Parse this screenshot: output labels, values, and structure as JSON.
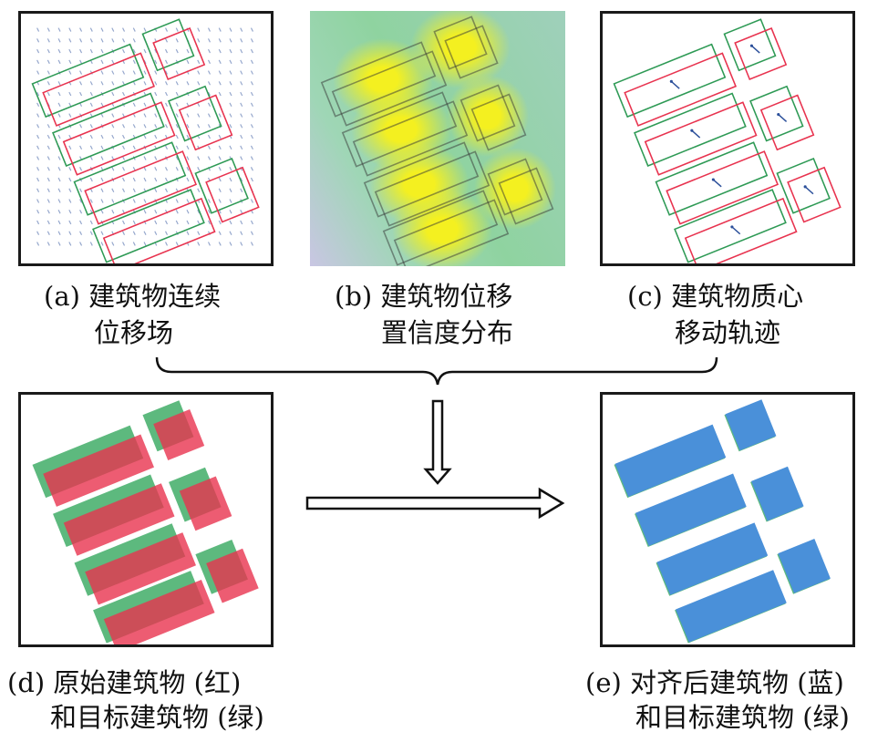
{
  "colors": {
    "original": "#e8334f",
    "target": "#2e9a55",
    "aligned": "#4a90d9",
    "arrow": "#2b4f9a"
  },
  "captions": {
    "a": {
      "line1": "(a) 建筑物连续",
      "line2": "位移场"
    },
    "b": {
      "line1": "(b) 建筑物位移",
      "line2": "置信度分布"
    },
    "c": {
      "line1": "(c) 建筑物质心",
      "line2": "移动轨迹"
    },
    "d": {
      "line1": "(d) 原始建筑物 (红)",
      "line2": "和目标建筑物 (绿)"
    },
    "e": {
      "line1": "(e) 对齐后建筑物 (蓝)",
      "line2": "和目标建筑物 (绿)"
    }
  }
}
